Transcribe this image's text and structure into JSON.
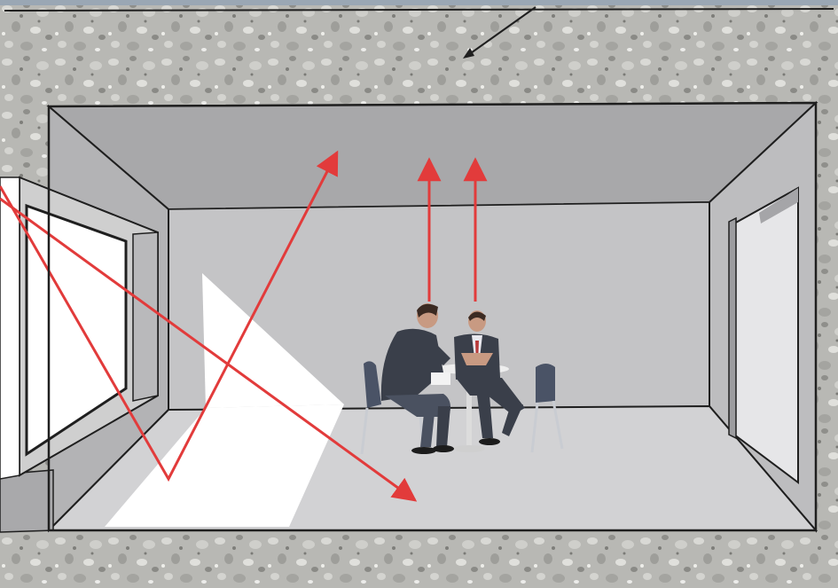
{
  "colors": {
    "background_strip": "#9aa7b4",
    "concrete": "#b8b8b4",
    "concrete_dark": "#8f8f8b",
    "concrete_light": "#d9d9d5",
    "ceiling": "#a8a8aa",
    "back_wall": "#c4c4c6",
    "side_wall_left": "#b3b3b5",
    "side_wall_right": "#bdbdbf",
    "floor": "#d2d2d4",
    "sunlight": "#ffffff",
    "window_glass": "#ffffff",
    "window_frame": "#cfcfcf",
    "outline": "#1f1f1f",
    "light_ray": "#e23b3b",
    "suit_dark": "#3a3f4a",
    "suit_light": "#4a5160",
    "shirt": "#e9e9ef",
    "skin": "#c89a82",
    "hair": "#3b2a22",
    "chair": "#4a5366",
    "chair_leg": "#c9ccd2",
    "table": "#eeeeee"
  },
  "illustration": {
    "subject": "daylight-reflection-into-room",
    "ray_count": 5,
    "occupants": 2,
    "chairs": 3,
    "tables": 1
  }
}
